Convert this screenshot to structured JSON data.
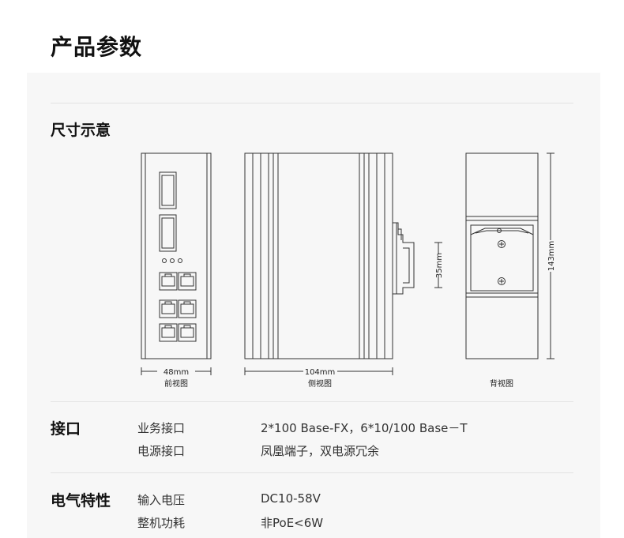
{
  "page": {
    "title": "产品参数"
  },
  "dimensions": {
    "title": "尺寸示意",
    "front": {
      "width_label": "48mm",
      "view_label": "前视图"
    },
    "side": {
      "width_label": "104mm",
      "rail_label": "35mm",
      "view_label": "侧视图"
    },
    "back": {
      "height_label": "143mm",
      "view_label": "背视图"
    }
  },
  "interface": {
    "label": "接口",
    "rows": [
      {
        "name": "业务接口",
        "value": "2*100 Base-FX，6*10/100 Base－T"
      },
      {
        "name": "电源接口",
        "value": "凤凰端子，双电源冗余"
      }
    ]
  },
  "electrical": {
    "label": "电气特性",
    "rows": [
      {
        "name": "输入电压",
        "value": "DC10-58V"
      },
      {
        "name": "整机功耗",
        "value": "非PoE<6W"
      }
    ]
  },
  "colors": {
    "panel_bg": "#f7f7f7",
    "line": "#333333",
    "divider": "#e3e3e3"
  }
}
